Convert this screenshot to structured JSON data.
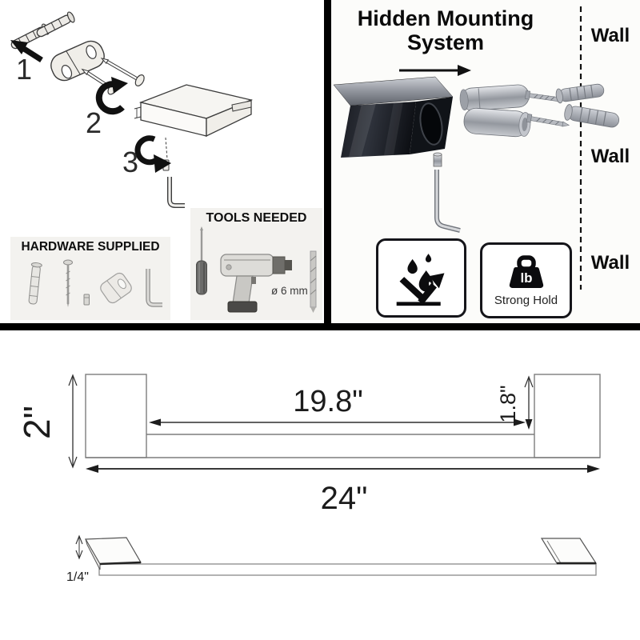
{
  "panels": {
    "installation": {
      "steps": [
        "1",
        "2",
        "3"
      ],
      "hardware_box": {
        "title": "HARDWARE SUPPLIED"
      },
      "tools_box": {
        "title": "TOOLS NEEDED",
        "drill_bit_size": "ø 6 mm"
      }
    },
    "mounting": {
      "title_line1": "Hidden Mounting",
      "title_line2": "System",
      "wall_labels": [
        "Wall",
        "Wall",
        "Wall"
      ],
      "badges": {
        "water_resistant": {
          "icon": "water-drops-deflect-icon"
        },
        "strong_hold": {
          "weight_label": "lb",
          "label": "Strong Hold"
        }
      }
    },
    "dimensions": {
      "inner_length": "19.8\"",
      "post_height": "2\"",
      "post_top_height": "1.8\"",
      "overall_length": "24\"",
      "bar_thickness": "1/4\""
    }
  },
  "colors": {
    "divider": "#000000",
    "chrome_dark": "#14161b",
    "metal_gray": "#a7abb2",
    "panel_bg": "#f3f2ef",
    "line_art": "#3b3b3b"
  }
}
